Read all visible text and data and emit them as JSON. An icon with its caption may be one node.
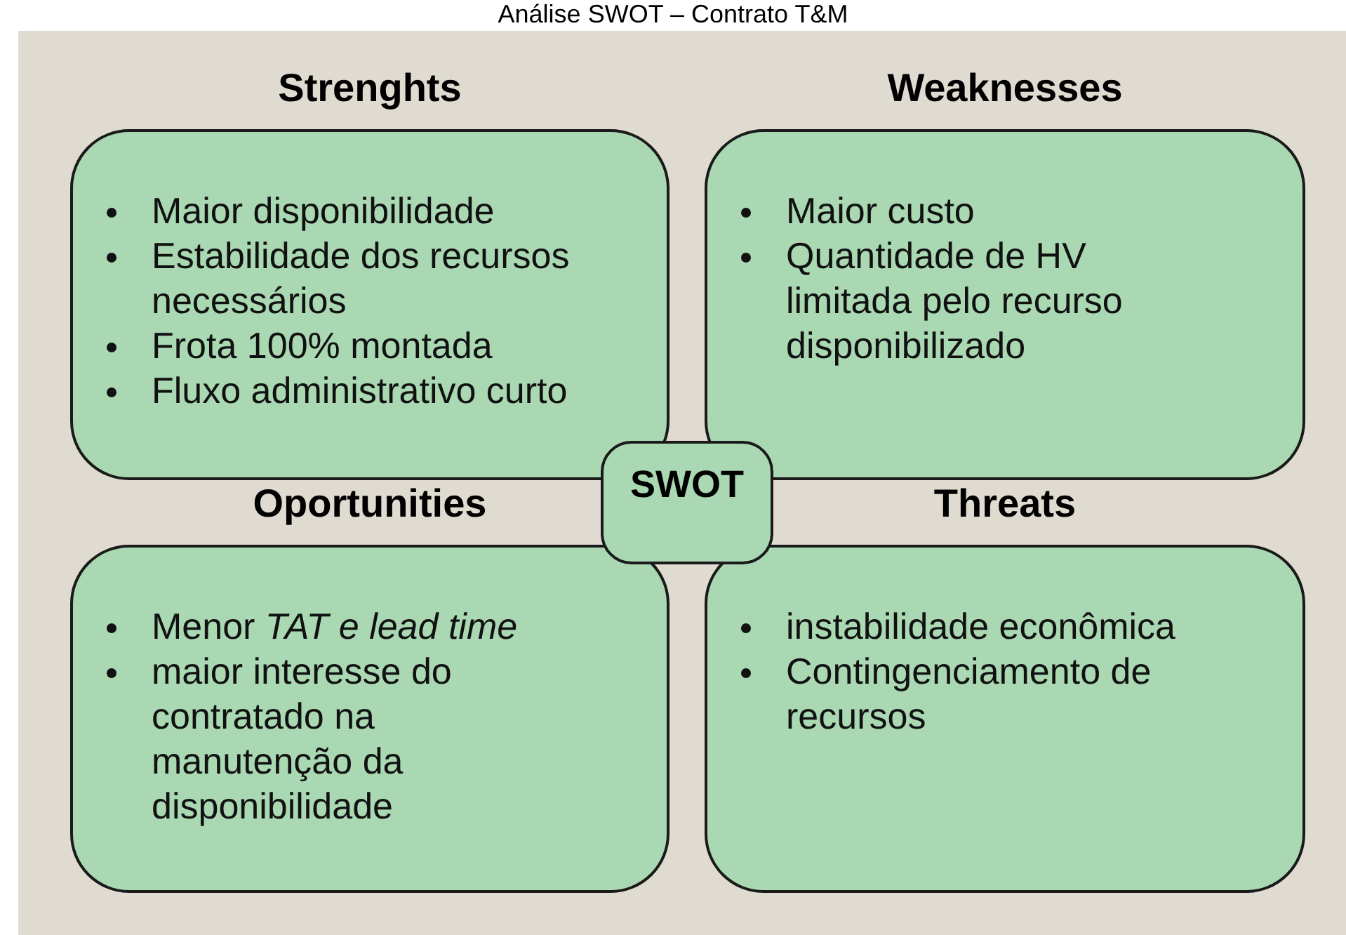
{
  "diagram": {
    "title": "Análise SWOT – Contrato T&M",
    "nodes": [
      {
        "text": [
          "Strenghts",
          "Maior disponibilidade",
          "Estabilidade dos recursos necessários",
          "Frota 100% montada",
          "Fluxo administrativo curto"
        ]
      },
      {
        "text": [
          "Weaknesses",
          "Maior custo",
          "Quantidade de HV limitada pelo recurso disponibilizado"
        ]
      },
      {
        "text": [
          "SWOT"
        ]
      },
      {
        "text": [
          "Oportunities",
          "Menor *TAT e lead time*",
          "maior interesse do contratado na manutenção da disponibilidade"
        ]
      },
      {
        "text": [
          "Threats",
          "instabilidade econômica",
          "Contingenciamento de recursos"
        ]
      }
    ]
  }
}
